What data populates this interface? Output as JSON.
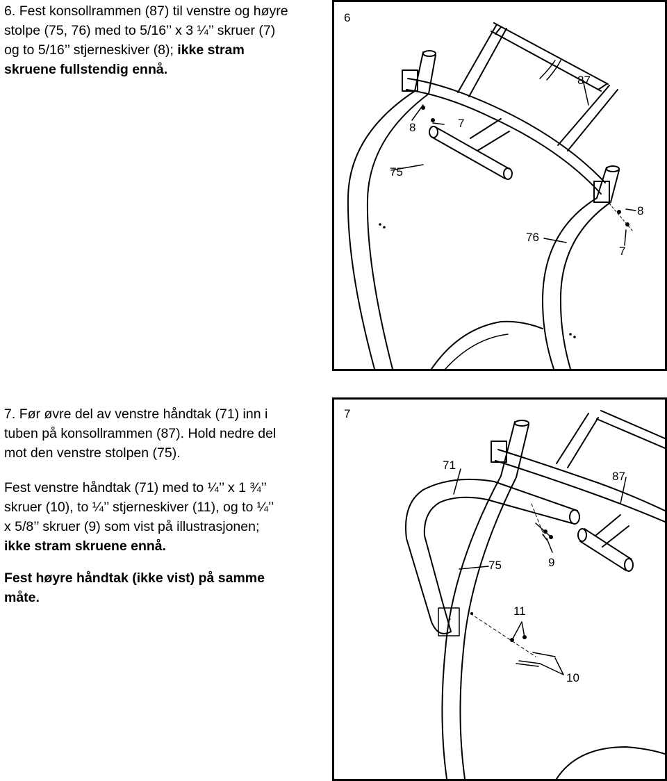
{
  "step6": {
    "number": "6.",
    "line1": "Fest konsollrammen (87) til venstre og høyre",
    "line2": "stolpe (75, 76) med to 5/16’’ x 3 ¼’’ skruer (7)",
    "line3": "og to 5/16’’ stjerneskiver (8);",
    "line3_bold": "ikke stram",
    "line4_bold": "skruene fullstendig ennå."
  },
  "step7": {
    "number": "7.",
    "p1_line1": "Før øvre del av venstre håndtak (71) inn i",
    "p1_line2": "tuben på konsollrammen (87). Hold nedre del",
    "p1_line3": "mot den venstre stolpen (75).",
    "p2_line1": "Fest venstre håndtak (71) med to ¼’’ x 1 ¾’’",
    "p2_line2": "skruer (10), to ¼’’ stjerneskiver (11), og to ¼’’",
    "p2_line3": "x 5/8’’ skruer (9) som vist på illustrasjonen;",
    "p2_line4_bold": "ikke stram skruene ennå.",
    "p3_line1_bold": "Fest høyre håndtak (ikke vist) på samme",
    "p3_line2_bold": "måte."
  },
  "figure6": {
    "step_label": "6",
    "callouts": {
      "c87": "87",
      "c8a": "8",
      "c7a": "7",
      "c75": "75",
      "c76": "76",
      "c8b": "8",
      "c7b": "7"
    }
  },
  "figure7": {
    "step_label": "7",
    "callouts": {
      "c71": "71",
      "c87": "87",
      "c75": "75",
      "c9": "9",
      "c11": "11",
      "c10": "10"
    }
  }
}
